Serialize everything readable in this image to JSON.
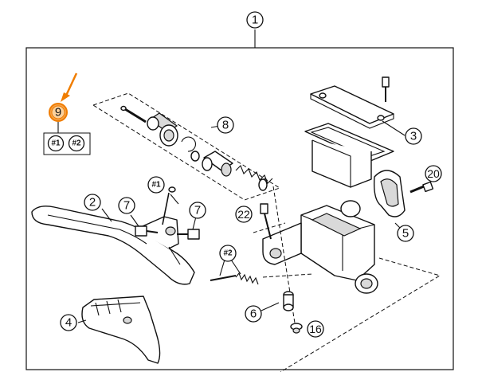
{
  "colors": {
    "highlight": "#f07d00",
    "ink": "#111111"
  },
  "callouts": {
    "assembly": "1",
    "lever": "2",
    "cover": "3",
    "guard": "4",
    "clamp": "5",
    "bushing": "6",
    "screw_a": "7",
    "screw_b": "7",
    "piston_kit": "8",
    "selected": "9",
    "bolt_m": "16",
    "bolt_l": "20",
    "bolt_r": "22"
  },
  "legend": {
    "v1": "#1",
    "v2": "#2"
  },
  "tags": {
    "lever_pin": "#1",
    "push_rod": "#2"
  }
}
